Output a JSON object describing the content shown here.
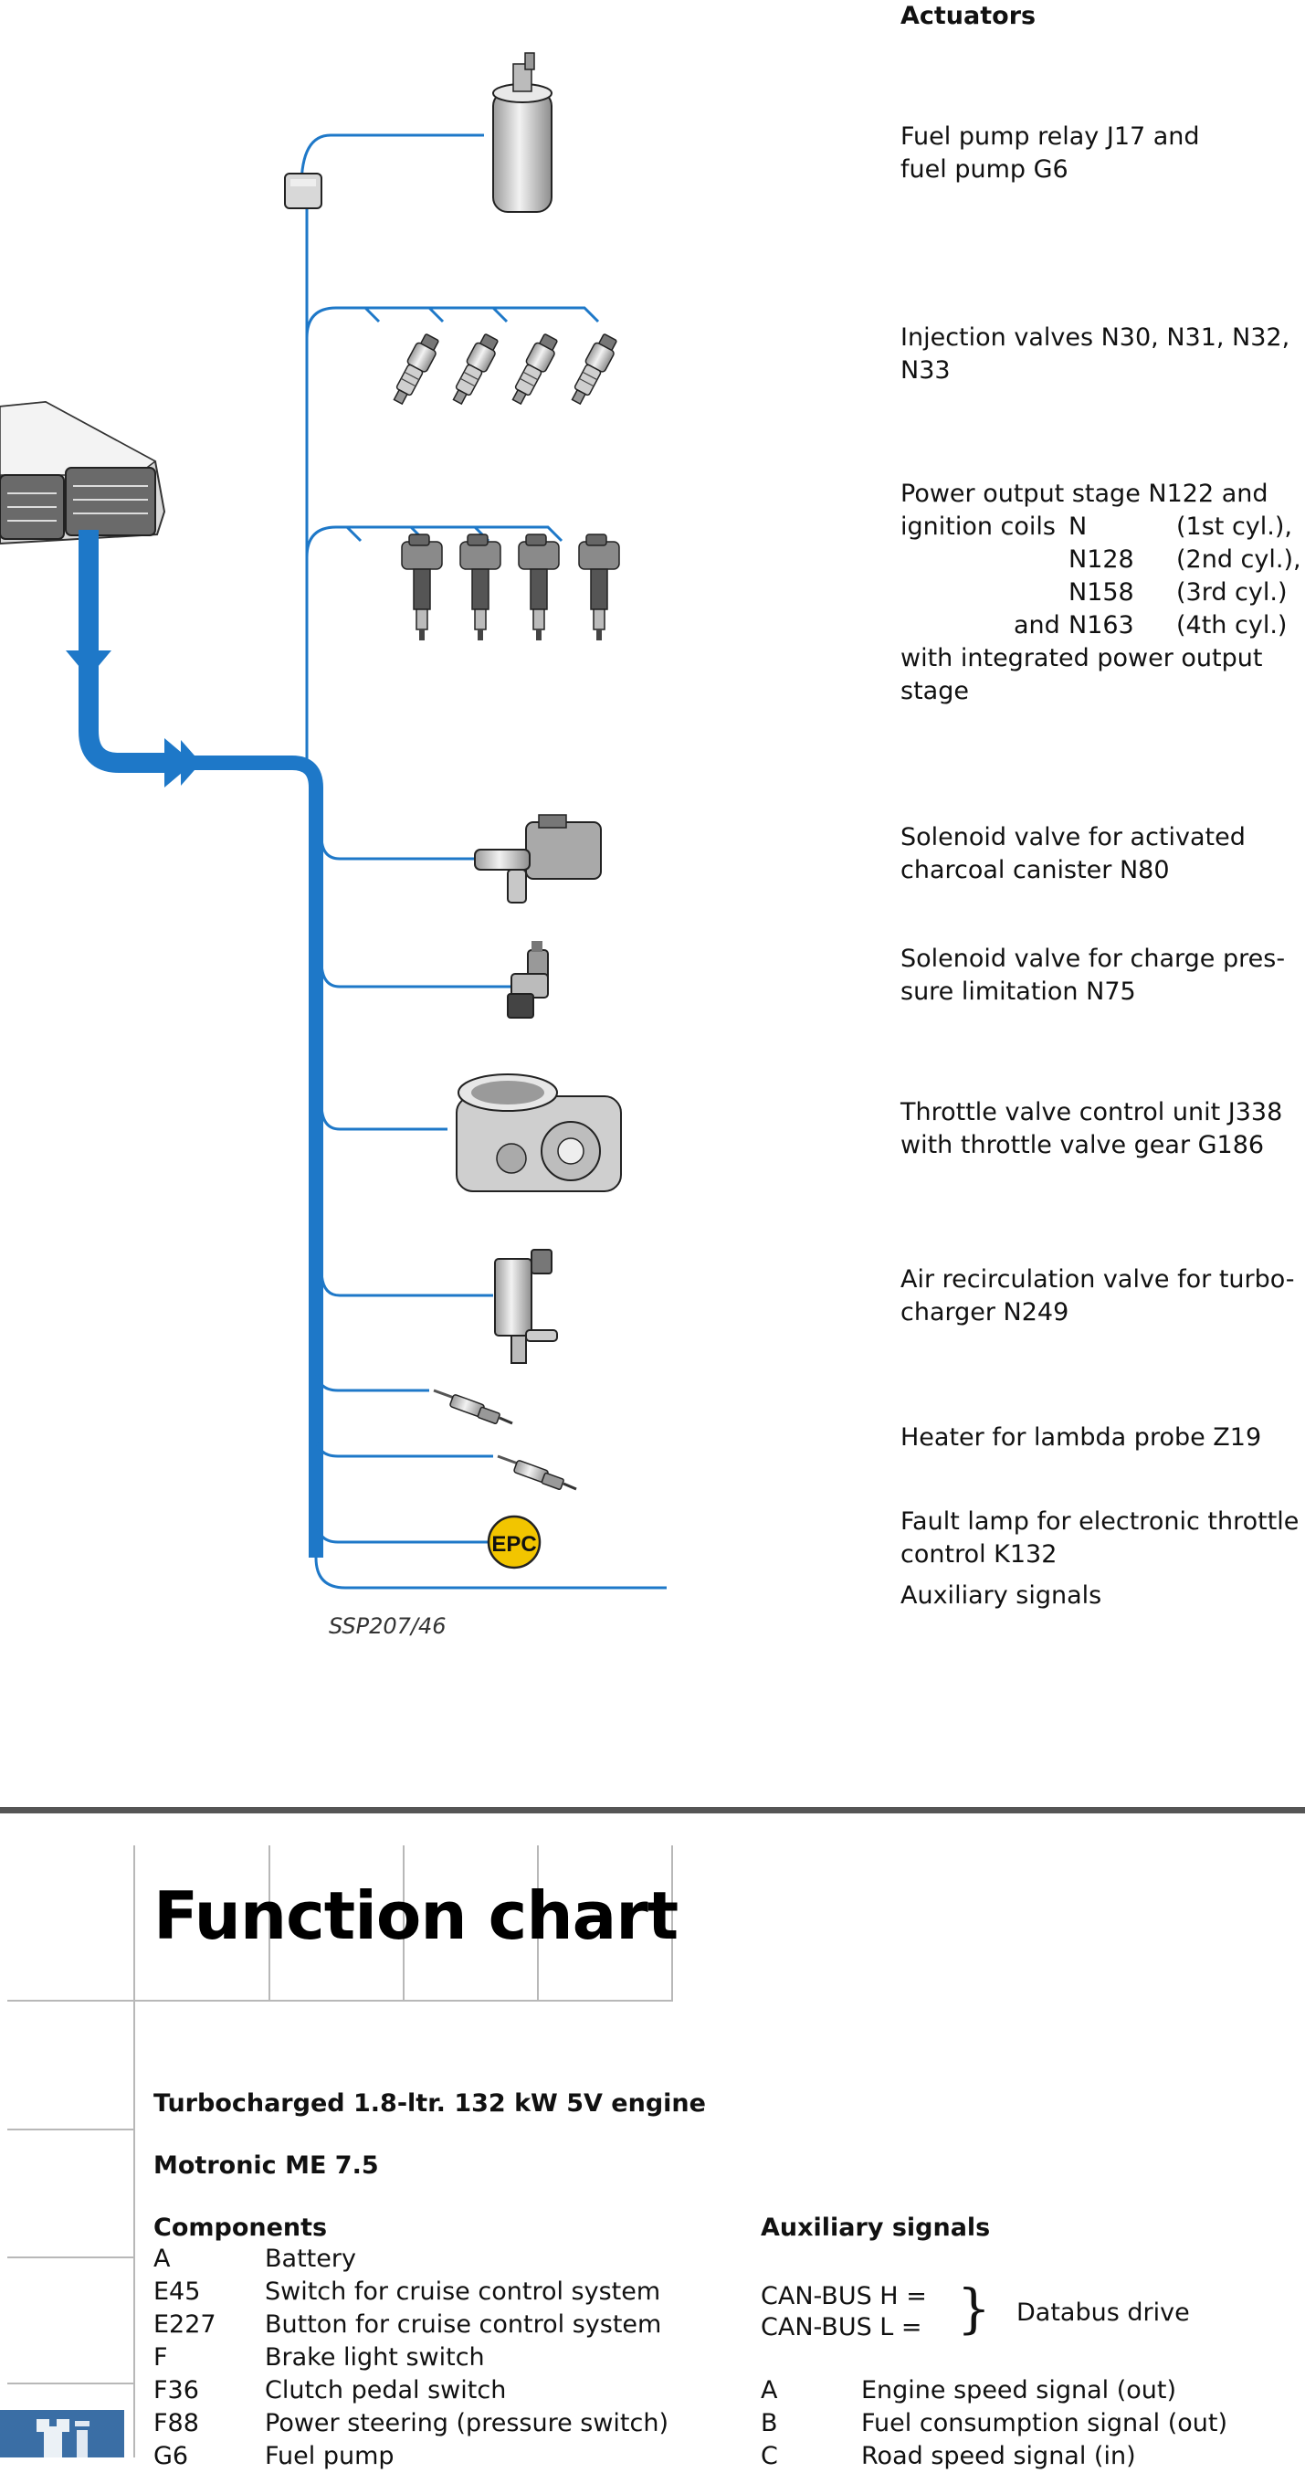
{
  "diagram": {
    "heading": "Actuators",
    "caption": "SSP207/46",
    "epc_label": "EPC",
    "actuators": [
      "Fuel pump relay J17 and",
      "fuel pump G6",
      "Injection valves N30, N31, N32,",
      "N33",
      "Power output stage N122 and",
      "ignition coils",
      "with integrated power output",
      "stage",
      "Solenoid valve for activated",
      "charcoal canister N80",
      "Solenoid valve for charge pres-",
      "sure limitation N75",
      "Throttle valve control unit J338",
      "with throttle valve gear G186",
      "Air recirculation valve for turbo-",
      "charger N249",
      "Heater for lambda probe Z19",
      "Fault lamp for electronic throttle",
      "control K132",
      "Auxiliary signals"
    ],
    "coils": [
      {
        "prefix": "",
        "code": "N",
        "cyl": "(1st cyl.),"
      },
      {
        "prefix": "",
        "code": "N128",
        "cyl": "(2nd cyl.),"
      },
      {
        "prefix": "",
        "code": "N158",
        "cyl": "(3rd cyl.)"
      },
      {
        "prefix": "and",
        "code": "N163",
        "cyl": "(4th cyl.)"
      }
    ]
  },
  "function_chart": {
    "title": "Function chart",
    "engine": "Turbocharged 1.8-ltr. 132 kW 5V engine",
    "system": "Motronic ME 7.5",
    "components_heading": "Components",
    "components": [
      {
        "code": "A",
        "desc": "Battery"
      },
      {
        "code": "E45",
        "desc": "Switch for cruise control system"
      },
      {
        "code": "E227",
        "desc": "Button for cruise control system"
      },
      {
        "code": "F",
        "desc": "Brake light switch"
      },
      {
        "code": "F36",
        "desc": "Clutch pedal switch"
      },
      {
        "code": "F88",
        "desc": "Power steering (pressure switch)"
      },
      {
        "code": "G6",
        "desc": "Fuel pump"
      }
    ],
    "aux_heading": "Auxiliary signals",
    "can_h": "CAN-BUS H =",
    "can_l": "CAN-BUS L =",
    "databus": "Databus drive",
    "aux_signals": [
      {
        "code": "A",
        "desc": "Engine speed signal (out)"
      },
      {
        "code": "B",
        "desc": "Fuel consumption signal (out)"
      },
      {
        "code": "C",
        "desc": "Road speed signal (in)"
      }
    ]
  },
  "colors": {
    "wire": "#1e78c8",
    "epc": "#f2c500"
  }
}
